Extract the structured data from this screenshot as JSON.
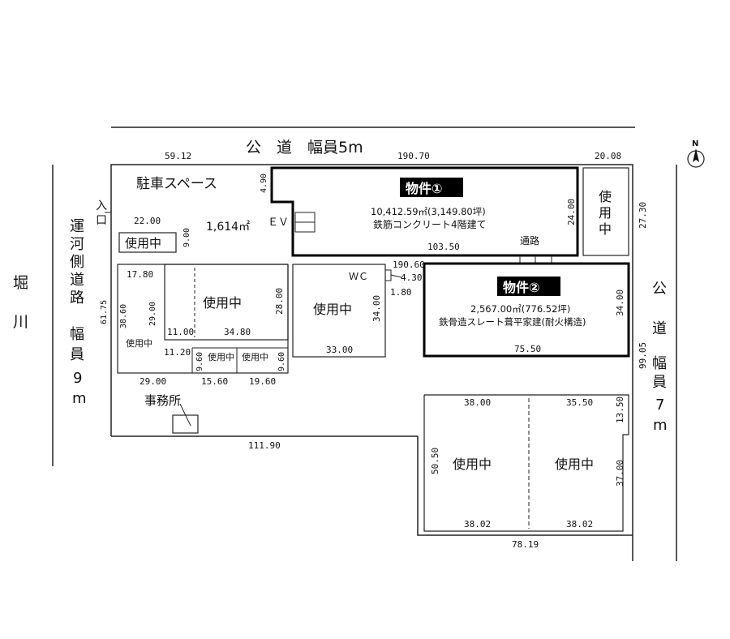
{
  "roads": {
    "north": "公　道　幅員5m",
    "east_chars": [
      "公",
      "道",
      "幅",
      "員",
      "7",
      "m"
    ],
    "west_chars": [
      "運",
      "河",
      "側",
      "道",
      "路",
      "幅",
      "員",
      "9",
      "m"
    ],
    "river_chars": [
      "堀",
      "川"
    ],
    "north_label": "N"
  },
  "labels": {
    "parking": "駐車スペース",
    "entrance_chars": [
      "入",
      "口"
    ],
    "parking_area": "1,614㎡",
    "ev": "ＥＶ",
    "wc": "ＷＣ",
    "office": "事務所",
    "passage": "通路"
  },
  "in_use": {
    "full": "使用中",
    "vertical_chars": [
      "使",
      "用",
      "中"
    ]
  },
  "property1": {
    "title": "物件①",
    "area": "10,412.59㎡(3,149.80坪)",
    "structure": "鉄筋コンクリート4階建て"
  },
  "property2": {
    "title": "物件②",
    "area": "2,567.00㎡(776.52坪)",
    "structure": "鉄骨造スレート葺平家建(耐火構造)"
  },
  "dimensions": {
    "d59_12": "59.12",
    "d190_70": "190.70",
    "d20_08": "20.08",
    "d4_90": "4.90",
    "d24_00": "24.00",
    "d27_30": "27.30",
    "d22_00": "22.00",
    "d9_00": "9.00",
    "d103_50": "103.50",
    "d190_60": "190.60",
    "d4_30": "4.30",
    "d1_80": "1.80",
    "d17_80": "17.80",
    "d38_60": "38.60",
    "d29_00v": "29.00",
    "d28_00": "28.00",
    "d34_00a": "34.00",
    "d34_00b": "34.00",
    "d11_00": "11.00",
    "d34_80": "34.80",
    "d11_20": "11.20",
    "d9_60a": "9.60",
    "d9_60b": "9.60",
    "d33_00": "33.00",
    "d75_50": "75.50",
    "d61_75": "61.75",
    "d29_00": "29.00",
    "d15_60": "15.60",
    "d19_60": "19.60",
    "d99_05": "99.05",
    "d111_90": "111.90",
    "d38_00": "38.00",
    "d35_50": "35.50",
    "d13_50": "13.50",
    "d50_50": "50.50",
    "d37_00": "37.00",
    "d38_02a": "38.02",
    "d38_02b": "38.02",
    "d78_19": "78.19"
  }
}
